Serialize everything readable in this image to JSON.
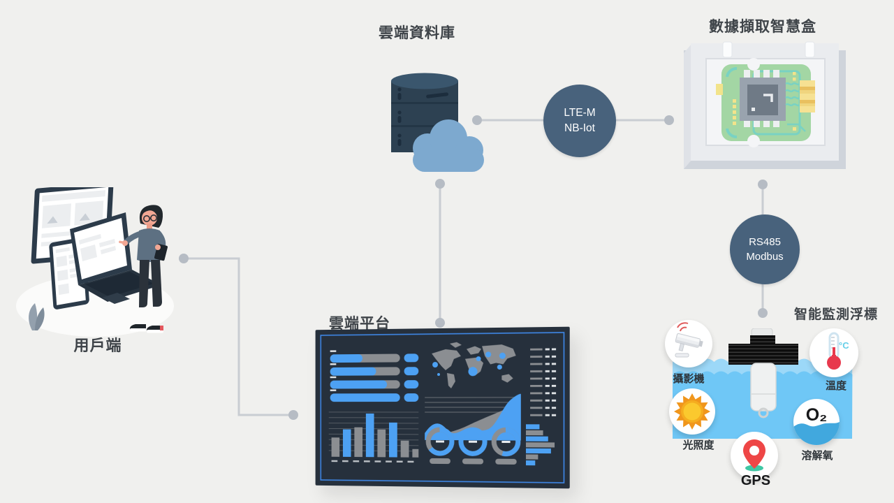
{
  "colors": {
    "background": "#f0f0ee",
    "node_circle": "#48627c",
    "connector_line": "#c9cdd2",
    "accent_blue": "#4da1f3",
    "dashboard_bg": "#26303c",
    "dashboard_border_blue": "#3f88e8",
    "water_blue": "#6fc7f6",
    "pcb_green": "#a3d6a4",
    "alert_red": "#e8394d",
    "sun_orange": "#f5a31f",
    "gps_teal": "#3fc7a4",
    "database_navy": "#2d4152",
    "cloud_blue": "#7da9cf"
  },
  "nodes": {
    "client": {
      "title": "用戶端"
    },
    "cloud_database": {
      "title": "雲端資料庫"
    },
    "cloud_platform": {
      "title": "雲端平台"
    },
    "smart_box": {
      "title": "數據擷取智慧盒"
    },
    "buoy": {
      "title": "智能監測浮標",
      "sensors": [
        {
          "label": "攝影機",
          "icon": "camera-icon"
        },
        {
          "label": "溫度",
          "icon": "thermometer-icon",
          "unit": "°C"
        },
        {
          "label": "光照度",
          "icon": "sun-icon"
        },
        {
          "label": "GPS",
          "icon": "gps-pin-icon"
        },
        {
          "label": "溶解氧",
          "icon": "dissolved-oxygen-icon",
          "symbol": "O₂"
        }
      ]
    }
  },
  "connectors": {
    "lte": {
      "line1": "LTE-M",
      "line2": "NB-Iot"
    },
    "rs485": {
      "line1": "RS485",
      "line2": "Modbus"
    }
  }
}
